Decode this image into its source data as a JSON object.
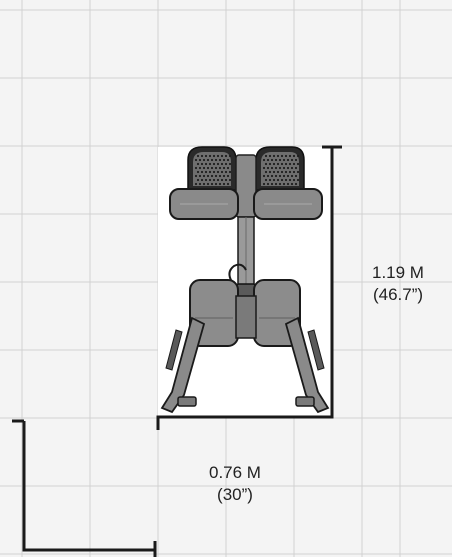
{
  "colors": {
    "grid_fill": "#f4f4f4",
    "grid_line": "#d2d2d2",
    "footprint_fill": "#ffffff",
    "dimension_line": "#1a1a1a",
    "machine_dark": "#2a2a2a",
    "machine_mid": "#7a7a7a",
    "machine_light": "#9b9b9b"
  },
  "dimensions": {
    "depth": {
      "metric": "1.19 M",
      "imperial": "(46.7”)"
    },
    "width": {
      "metric": "0.76 M",
      "imperial": "(30”)"
    }
  },
  "icons": {
    "machine": "seated-leg-machine-top-view-icon"
  }
}
